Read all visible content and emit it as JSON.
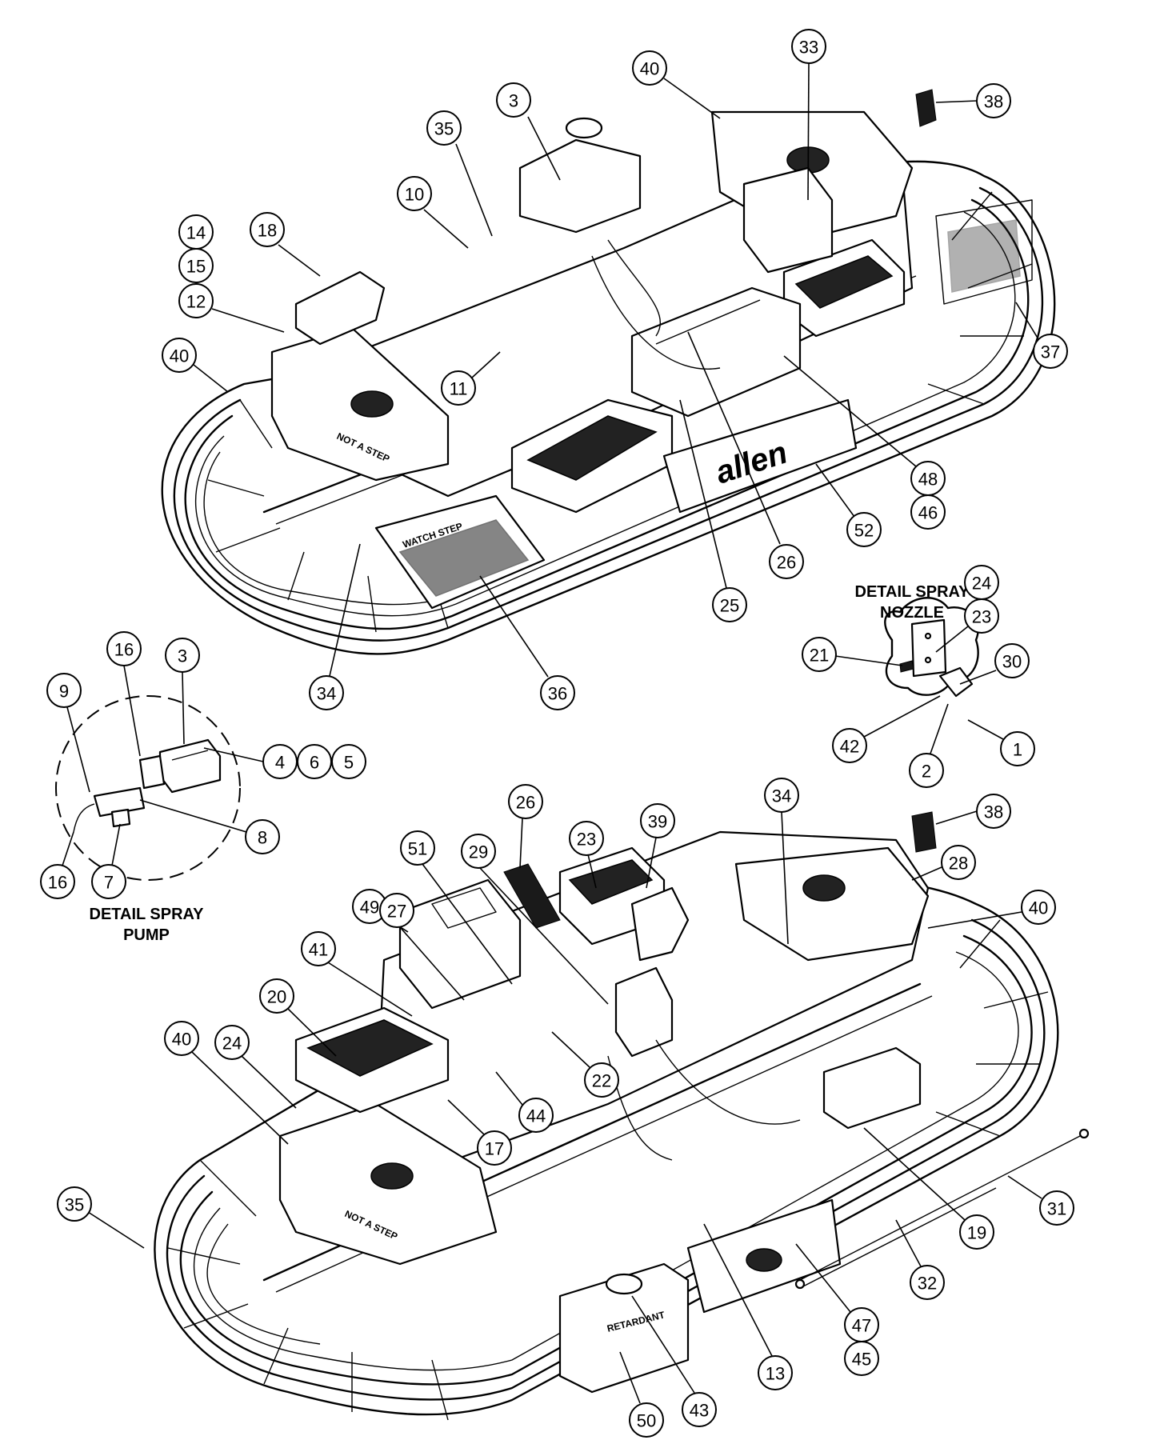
{
  "detail_labels": {
    "spray_nozzle_line1": "DETAIL SPRAY",
    "spray_nozzle_line2": "NOZZLE",
    "spray_pump_line1": "DETAIL SPRAY",
    "spray_pump_line2": "PUMP"
  },
  "stencils": {
    "not_a_step": "NOT A STEP",
    "watch_step": "WATCH STEP",
    "retardant": "RETARDANT"
  },
  "logo": "allen",
  "callouts_top": [
    "40",
    "33",
    "38",
    "3",
    "35",
    "10",
    "14",
    "15",
    "18",
    "12",
    "40",
    "11",
    "37",
    "48",
    "46",
    "52",
    "26",
    "25",
    "34",
    "36"
  ],
  "callouts_nozzle": [
    "24",
    "23",
    "21",
    "30",
    "42",
    "1",
    "2"
  ],
  "callouts_pump": [
    "16",
    "3",
    "9",
    "4",
    "6",
    "5",
    "8",
    "16",
    "7"
  ],
  "callouts_bottom": [
    "26",
    "34",
    "38",
    "39",
    "51",
    "29",
    "23",
    "28",
    "49",
    "27",
    "40",
    "41",
    "20",
    "40",
    "24",
    "22",
    "44",
    "17",
    "35",
    "13",
    "19",
    "31",
    "32",
    "47",
    "45",
    "43",
    "50"
  ]
}
